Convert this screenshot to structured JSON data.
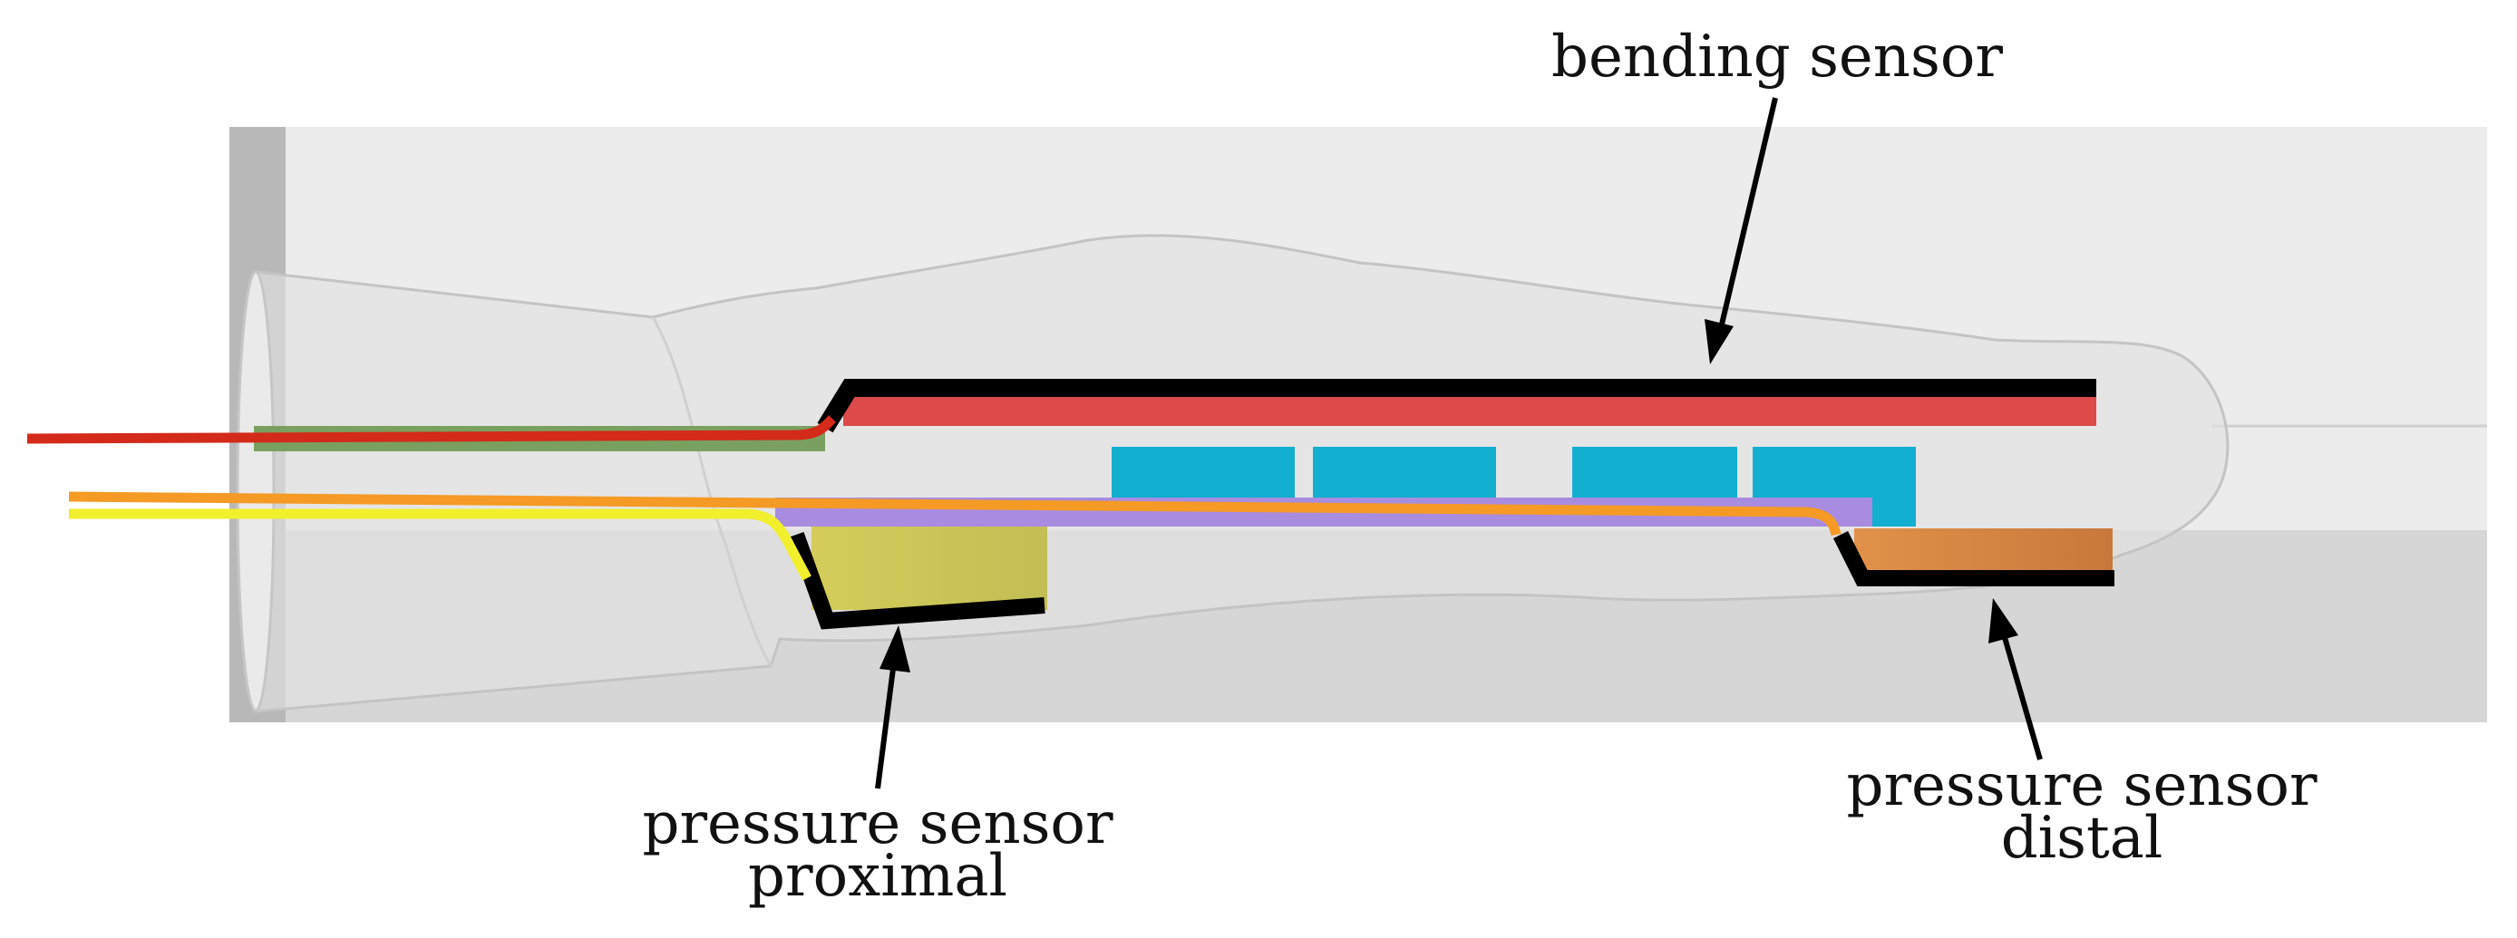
{
  "labels": {
    "bending_sensor": "bending sensor",
    "pressure_proximal_line1": "pressure sensor",
    "pressure_proximal_line2": "proximal",
    "pressure_distal_line1": "pressure sensor",
    "pressure_distal_line2": "distal"
  },
  "colors": {
    "background": "#ffffff",
    "box_top": "#ececec",
    "box_bottom": "#d7d7d7",
    "box_left_bar": "#b5b5b5",
    "finger_shell": "#e3e3e3",
    "sensor_black": "#000000",
    "bending_sensor_layer": "#dc4a4a",
    "green_strip": "#79a05f",
    "blue_electronics": "#12afd0",
    "purple_substrate": "#a88ce0",
    "proximal_pad": "#cfc95a",
    "distal_pad": "#dc8a44",
    "wire_red": "#d42a1a",
    "wire_orange": "#f59a25",
    "wire_yellow": "#f2ef2c"
  }
}
